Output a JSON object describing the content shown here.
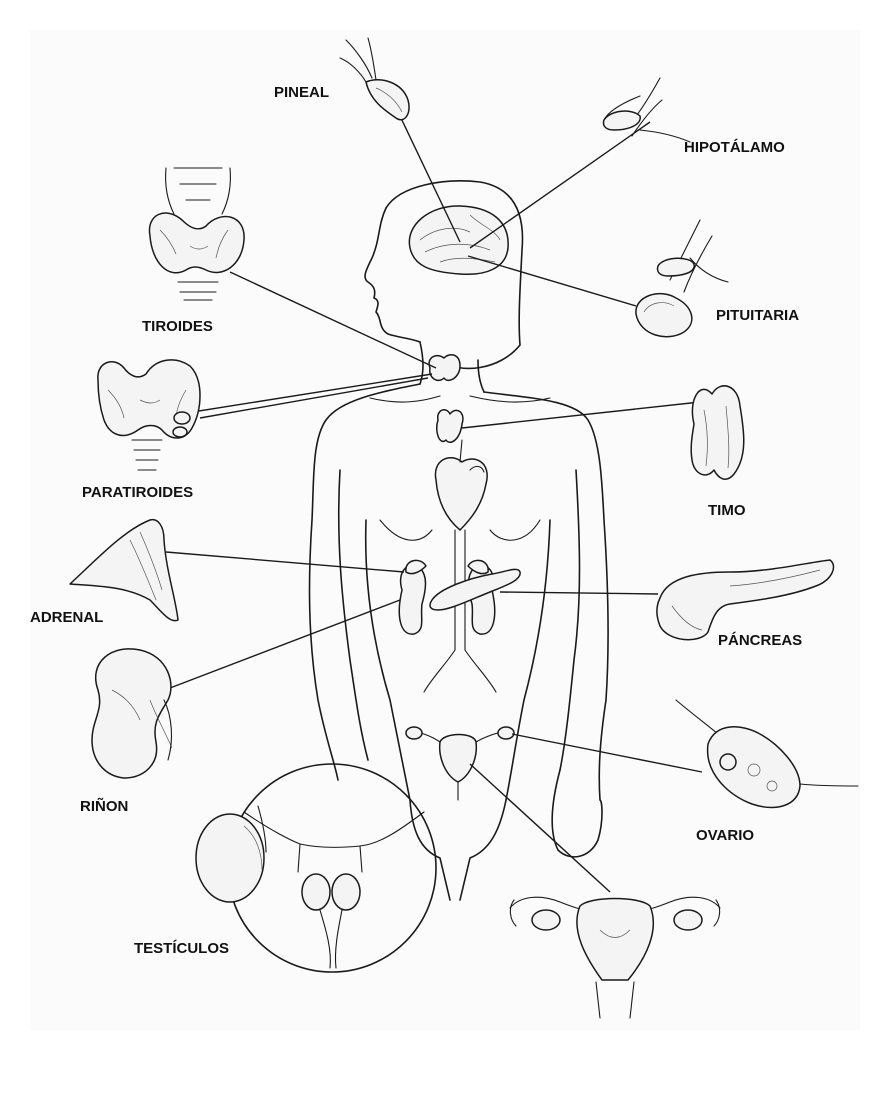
{
  "labels": {
    "pineal": "PINEAL",
    "hipotalamo": "HIPOTÁLAMO",
    "pituitaria": "PITUITARIA",
    "tiroides": "TIROIDES",
    "paratiroides": "PARATIROIDES",
    "timo": "TIMO",
    "adrenal": "ADRENAL",
    "pancreas": "PÁNCREAS",
    "rinon": "RIÑON",
    "ovario": "OVARIO",
    "testiculos": "TESTÍCULOS"
  },
  "colors": {
    "line": "#1a1a1a",
    "organ_fill": "#f4f4f4",
    "background": "#ffffff"
  }
}
